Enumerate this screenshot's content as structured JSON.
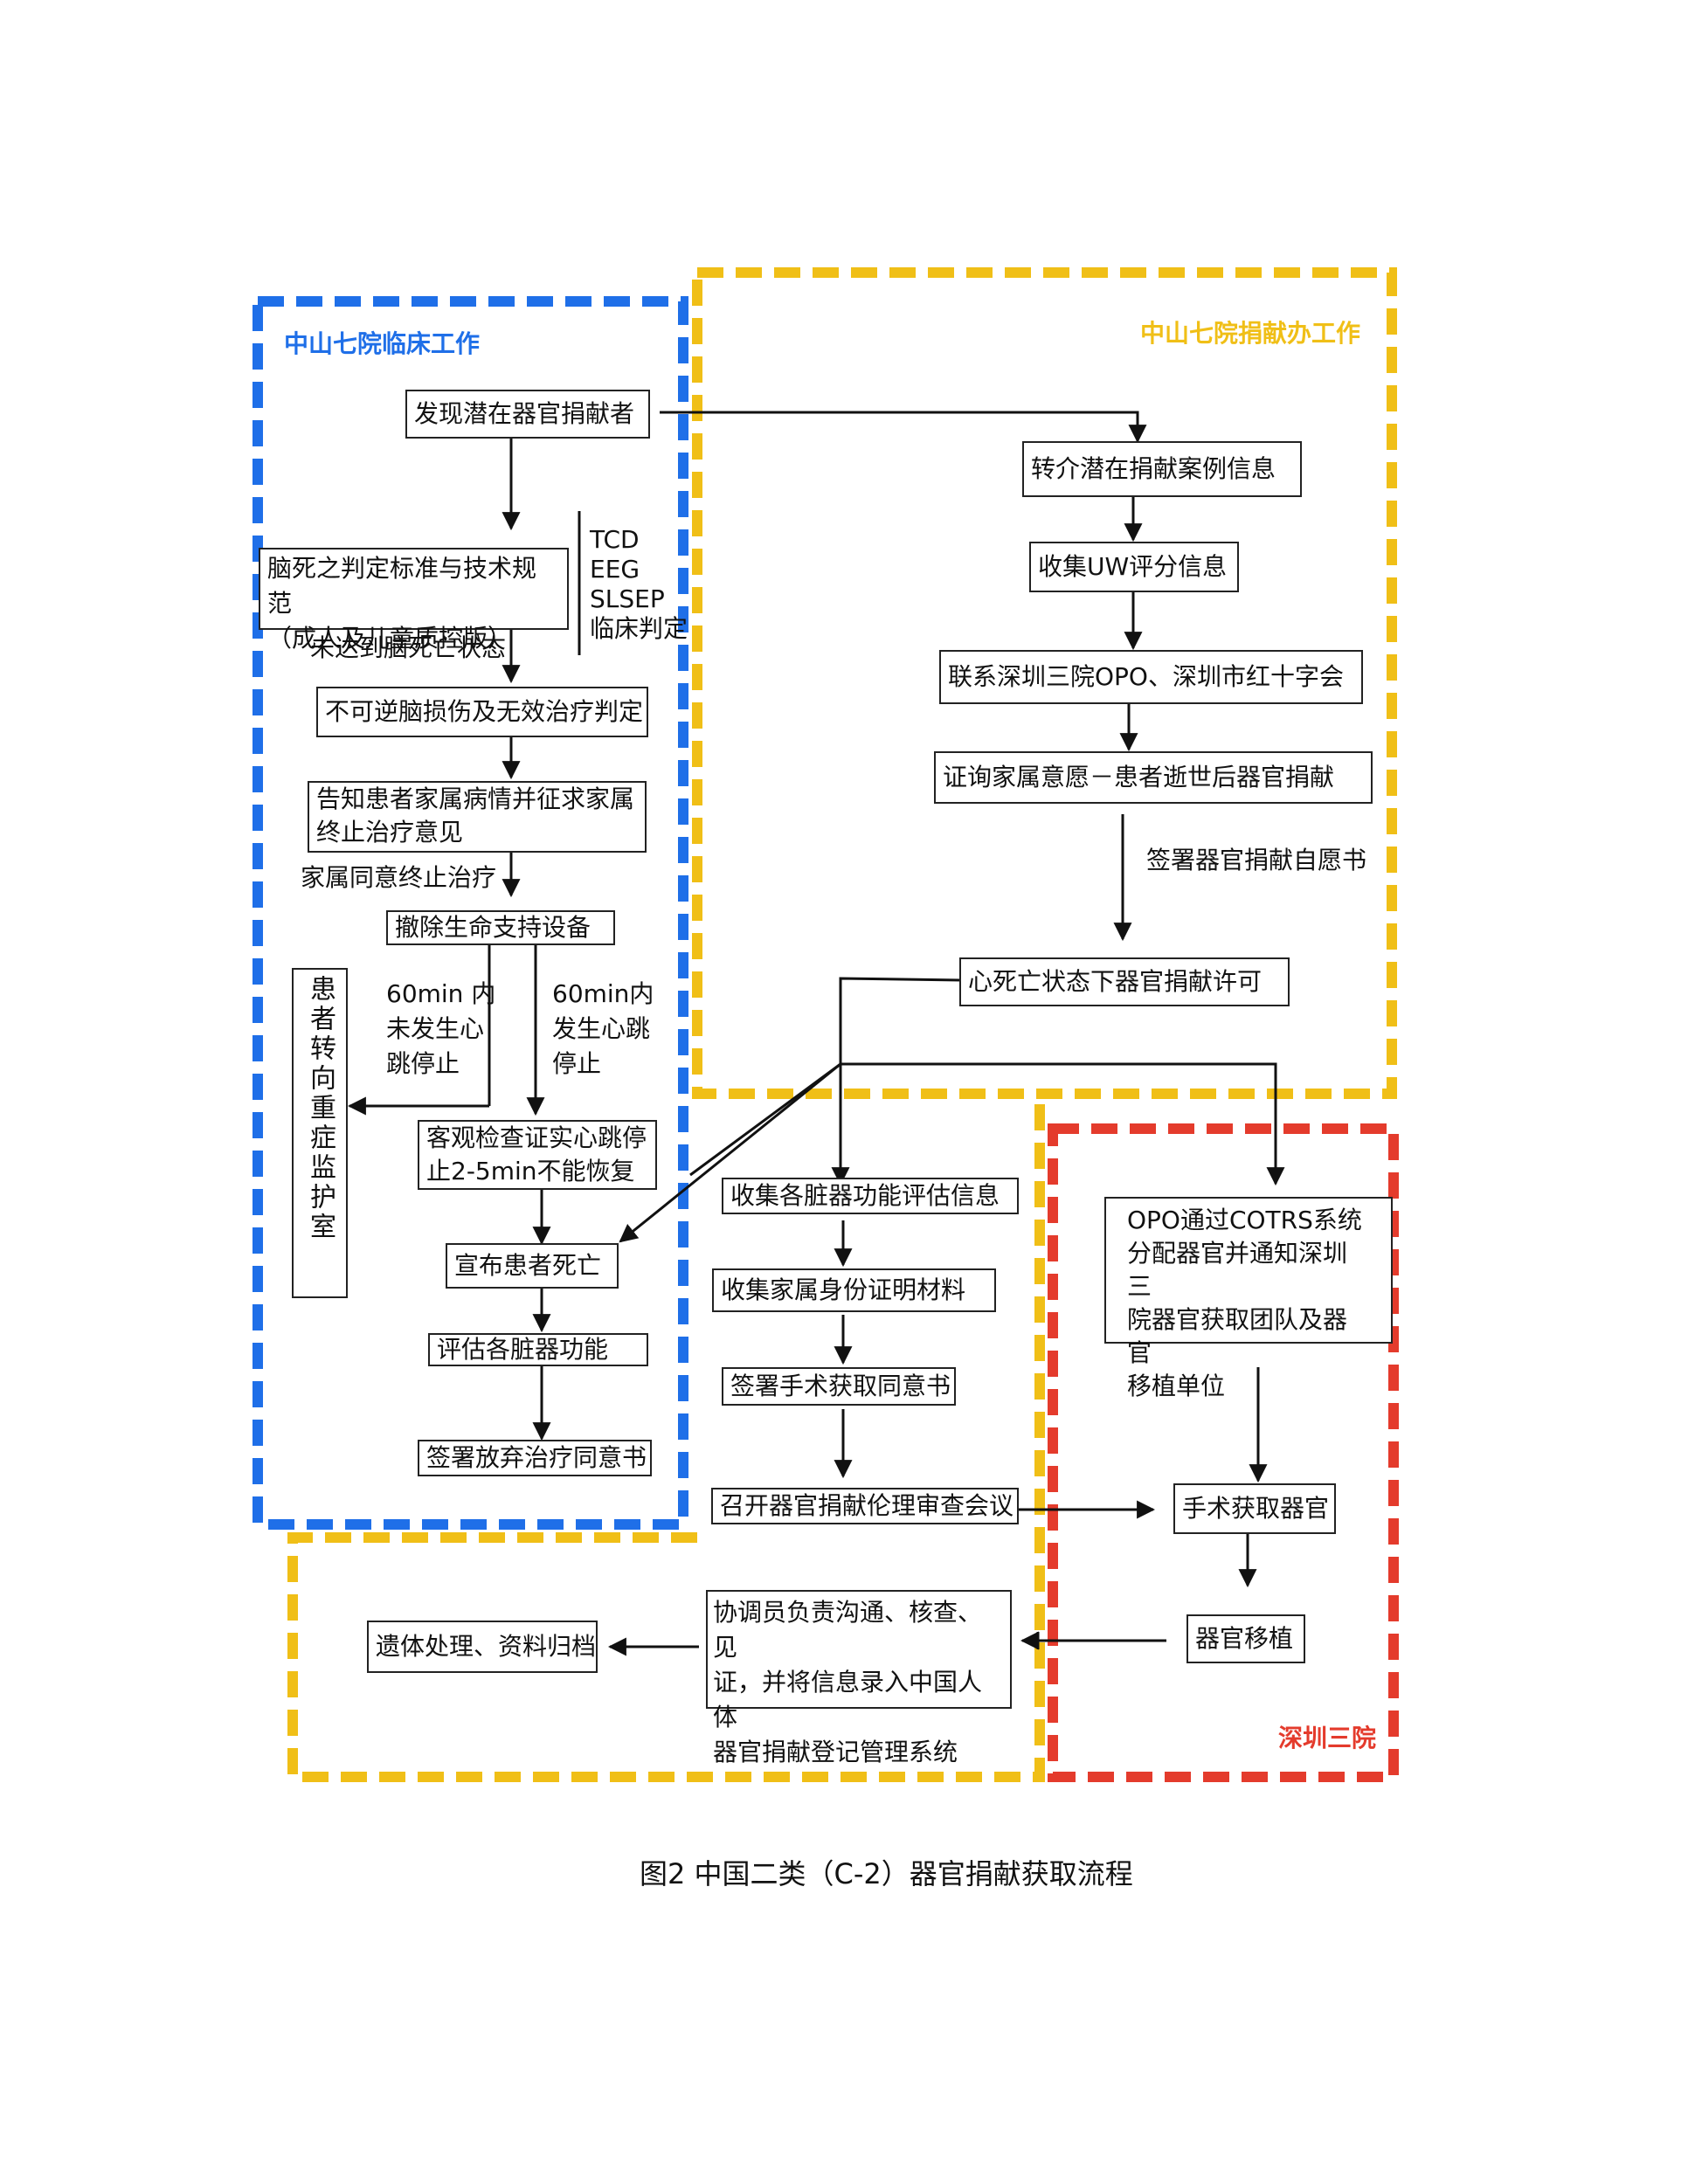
{
  "regions": {
    "zhongshan_clinical": {
      "label": "中山七院临床工作",
      "color": "#1f6fe8"
    },
    "zhongshan_office": {
      "label": "中山七院捐献办工作",
      "color": "#f0bf17"
    },
    "shenzhen_third": {
      "label": "深圳三院",
      "color": "#e43b2c"
    }
  },
  "nodes": {
    "discover": "发现潜在器官捐献者",
    "brain_death_std_1": "脑死之判定标准与技术规范",
    "brain_death_std_2": "（成人及儿童质控版）",
    "irreversible": "不可逆脑损伤及无效治疗判定",
    "inform_1": "告知患者家属病情并征求家属",
    "inform_2": "终止治疗意见",
    "remove_support": "撤除生命支持设备",
    "icu_transfer": "患者转向重症监护室",
    "objective_check_1": "客观检查证实心跳停",
    "objective_check_2": "止2-5min不能恢复",
    "declare_death": "宣布患者死亡",
    "evaluate_organs": "评估各脏器功能",
    "sign_abandon": "签署放弃治疗同意书",
    "refer_case": "转介潜在捐献案例信息",
    "collect_uw": "收集UW评分信息",
    "contact_opo": "联系深圳三院OPO、深圳市红十字会",
    "ask_family": "证询家属意愿－患者逝世后器官捐献",
    "dcd_permit": "心死亡状态下器官捐献许可",
    "collect_organ_info": "收集各脏器功能评估信息",
    "collect_id_docs": "收集家属身份证明材料",
    "sign_surgery": "签署手术获取同意书",
    "ethics_meeting": "召开器官捐献伦理审查会议",
    "coordinator_1": "协调员负责沟通、核查、见",
    "coordinator_2": "证，并将信息录入中国人体",
    "coordinator_3": "器官捐献登记管理系统",
    "remains": "遗体处理、资料归档",
    "opo_allocate_1": "OPO通过COTRS系统",
    "opo_allocate_2": "分配器官并通知深圳三",
    "opo_allocate_3": "院器官获取团队及器官",
    "opo_allocate_4": "移植单位",
    "surgery_procure": "手术获取器官",
    "transplant": "器官移植"
  },
  "edge_labels": {
    "tests_1": "TCD",
    "tests_2": "EEG",
    "tests_3": "SLSEP",
    "tests_4": "临床判定",
    "not_brain_dead": "未达到脑死亡状态",
    "family_agree": "家属同意终止治疗",
    "no_arrest_1": "60min 内",
    "no_arrest_2": "未发生心",
    "no_arrest_3": "跳停止",
    "arrest_1": "60min内",
    "arrest_2": "发生心跳",
    "arrest_3": "停止",
    "sign_consent": "签署器官捐献自愿书"
  },
  "caption": "图2 中国二类（C-2）器官捐献获取流程"
}
